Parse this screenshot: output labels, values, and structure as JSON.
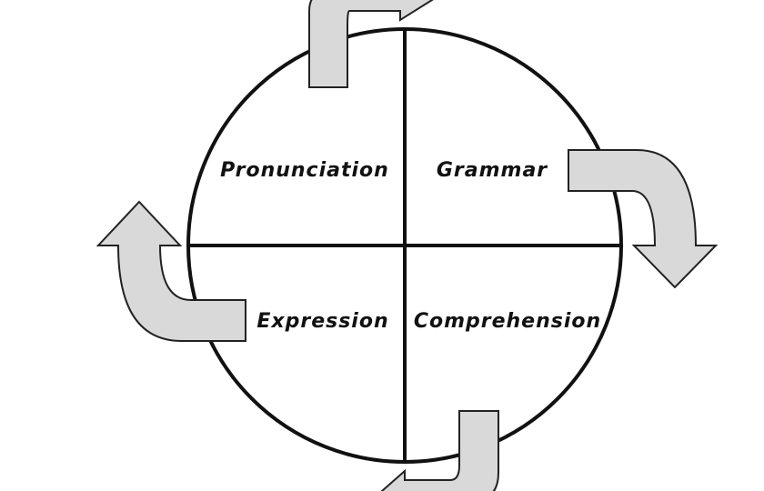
{
  "diagram": {
    "quadrants": {
      "top_left": "Pronunciation",
      "top_right": "Grammar",
      "bottom_left": "Expression",
      "bottom_right": "Comprehension"
    },
    "colors": {
      "circle_stroke": "#111111",
      "arrow_fill": "#d9d9d9",
      "arrow_stroke": "#222222",
      "text": "#111111",
      "background": "#ffffff"
    },
    "arrows": [
      "curved-arrow-top",
      "curved-arrow-right",
      "curved-arrow-bottom",
      "curved-arrow-left"
    ]
  }
}
